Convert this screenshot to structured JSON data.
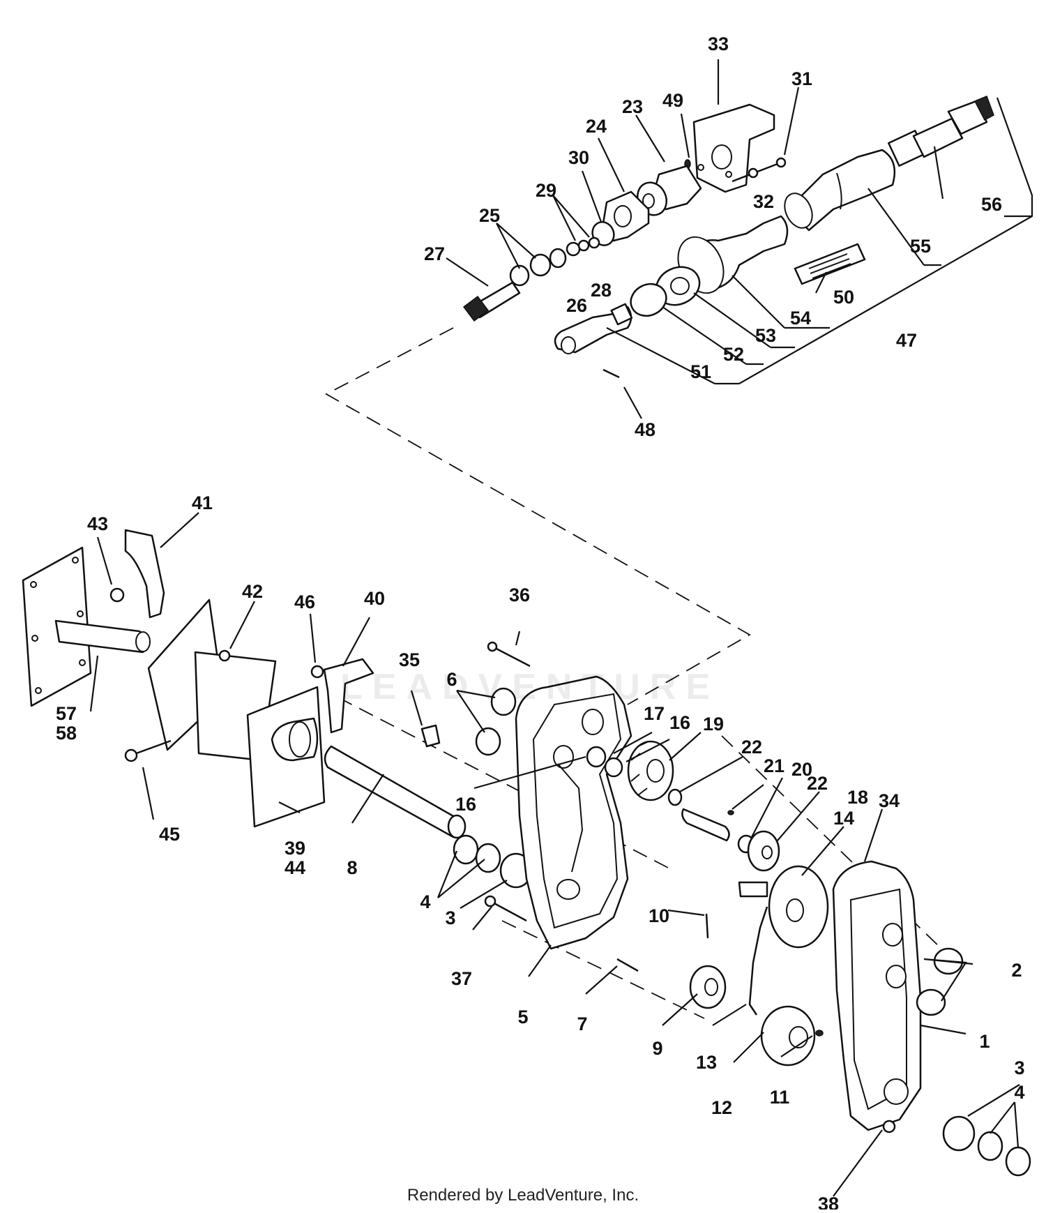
{
  "footer": {
    "credit": "Rendered by LeadVenture, Inc."
  },
  "watermark": {
    "text": "LEADVENTURE"
  },
  "labels": {
    "1": "1",
    "2": "2",
    "3a": "3",
    "3b": "3",
    "4a": "4",
    "4b": "4",
    "5": "5",
    "6": "6",
    "7": "7",
    "8": "8",
    "9": "9",
    "10": "10",
    "11": "11",
    "12": "12",
    "13": "13",
    "14": "14",
    "16a": "16",
    "16b": "16",
    "17": "17",
    "18": "18",
    "19": "19",
    "20": "20",
    "21": "21",
    "22a": "22",
    "22b": "22",
    "23": "23",
    "24": "24",
    "25": "25",
    "26": "26",
    "27": "27",
    "28": "28",
    "29": "29",
    "30": "30",
    "31": "31",
    "32": "32",
    "33": "33",
    "34": "34",
    "35": "35",
    "36": "36",
    "37": "37",
    "38": "38",
    "39": "39",
    "40": "40",
    "41": "41",
    "42": "42",
    "43": "43",
    "44": "44",
    "45": "45",
    "46": "46",
    "47": "47",
    "48": "48",
    "49": "49",
    "50": "50",
    "51": "51",
    "52": "52",
    "53": "53",
    "54": "54",
    "55": "55",
    "56": "56",
    "57": "57",
    "58": "58"
  }
}
